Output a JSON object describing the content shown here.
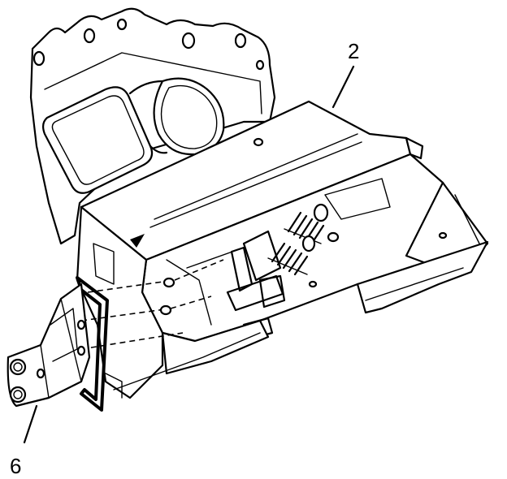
{
  "callouts": [
    {
      "id": "callout-2",
      "text": "2"
    },
    {
      "id": "callout-6",
      "text": "6"
    }
  ]
}
